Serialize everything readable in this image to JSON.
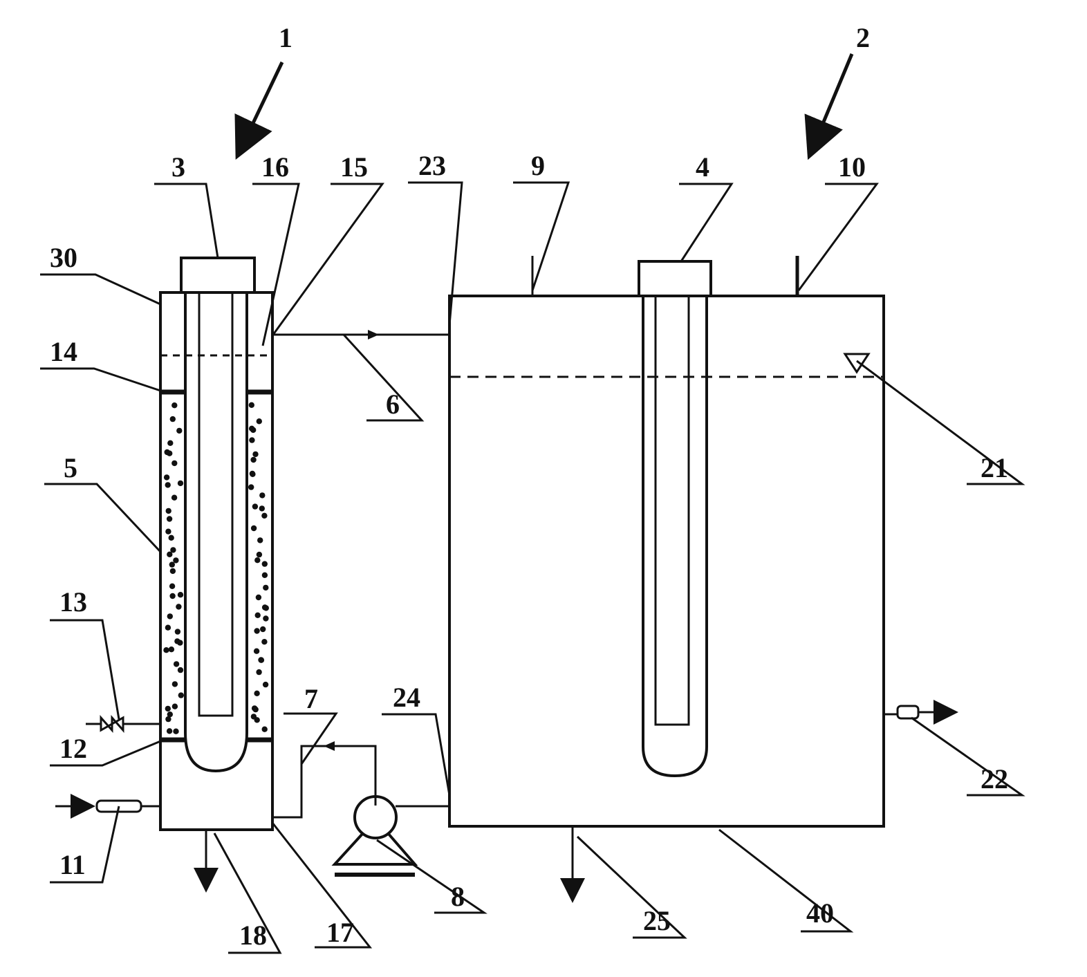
{
  "labels": {
    "l1": "1",
    "l2": "2",
    "l3": "3",
    "l4": "4",
    "l5": "5",
    "l6": "6",
    "l7": "7",
    "l8": "8",
    "l9": "9",
    "l10": "10",
    "l11": "11",
    "l12": "12",
    "l13": "13",
    "l14": "14",
    "l15": "15",
    "l16": "16",
    "l17": "17",
    "l18": "18",
    "l21": "21",
    "l22": "22",
    "l23": "23",
    "l24": "24",
    "l25": "25",
    "l30": "30",
    "l40": "40"
  }
}
